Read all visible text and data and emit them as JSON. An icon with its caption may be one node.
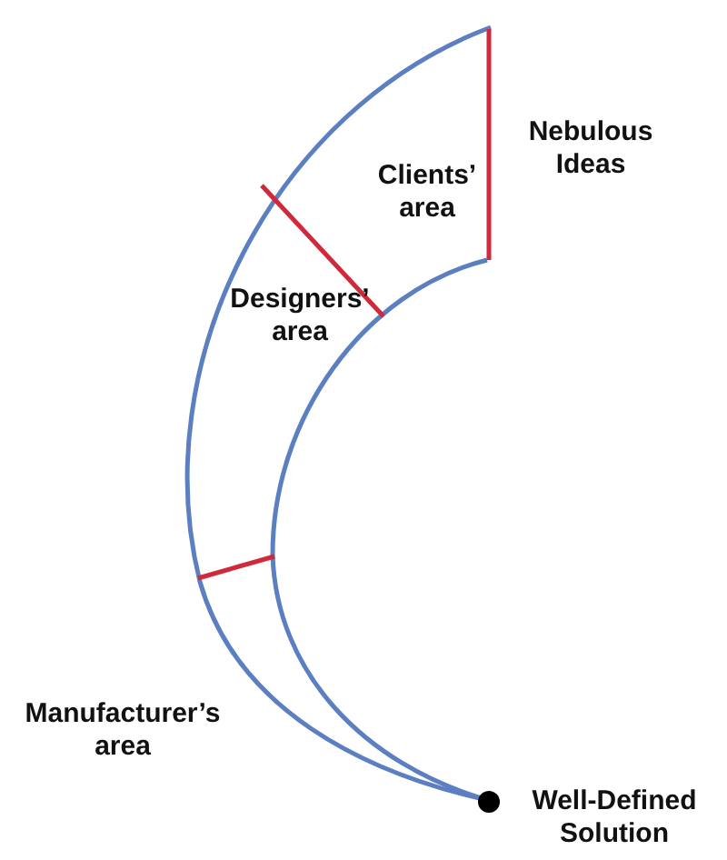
{
  "diagram": {
    "labels": [
      "Nebulous Ideas",
      "Clients’ area",
      "Designers’ area",
      "Manufacturer’s area",
      "Well-Defined Solution"
    ]
  }
}
